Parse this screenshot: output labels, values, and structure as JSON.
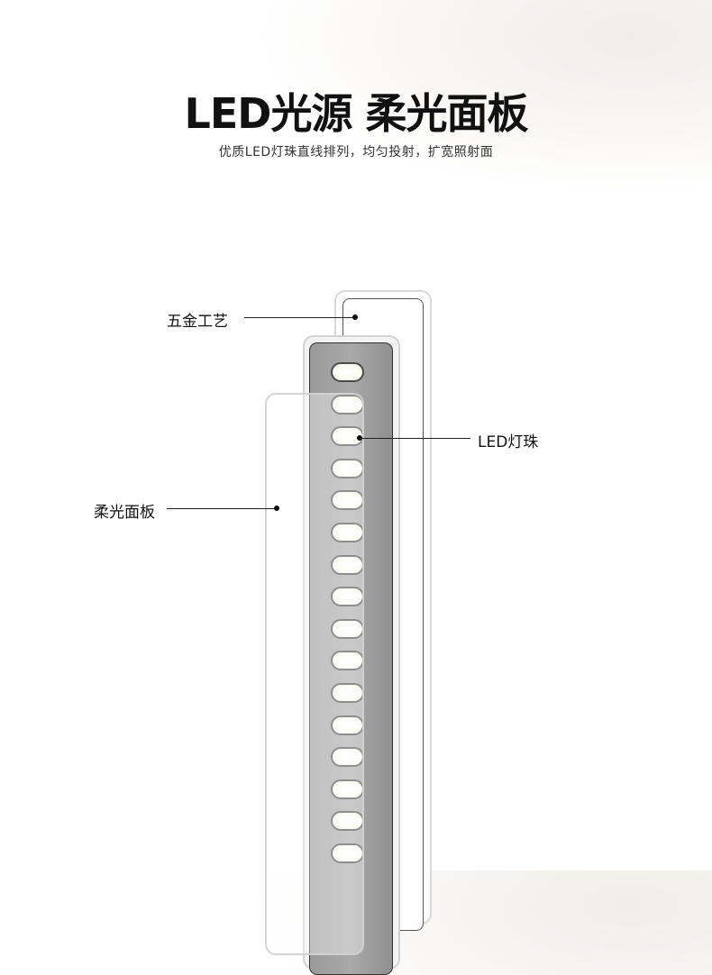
{
  "header": {
    "title": "LED光源 柔光面板",
    "subtitle": "优质LED灯珠直线排列，均匀投射，扩宽照射面"
  },
  "callouts": {
    "hardware": "五金工艺",
    "led_beads": "LED灯珠",
    "soft_panel": "柔光面板"
  },
  "diagram": {
    "led_count": 16
  }
}
